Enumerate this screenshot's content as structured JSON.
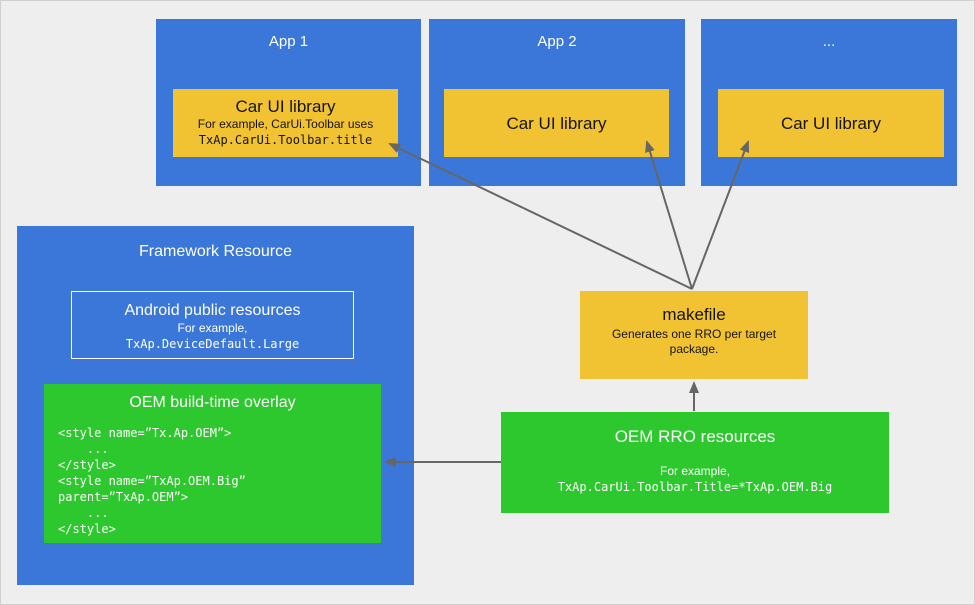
{
  "apps": [
    {
      "title": "App 1",
      "lib": {
        "title": "Car UI library",
        "note": "For example, CarUi.Toolbar uses",
        "code": "TxAp.CarUi.Toolbar.title"
      }
    },
    {
      "title": "App 2",
      "lib": {
        "title": "Car UI library"
      }
    },
    {
      "title": "...",
      "lib": {
        "title": "Car UI library"
      }
    }
  ],
  "framework": {
    "title": "Framework Resource",
    "android_public": {
      "title": "Android public resources",
      "example_label": "For example,",
      "example_code": "TxAp.DeviceDefault.Large"
    },
    "oem_overlay": {
      "title": "OEM build-time overlay",
      "code": "<style name=”Tx.Ap.OEM”>\n    ...\n</style>\n<style name=”TxAp.OEM.Big”\nparent=”TxAp.OEM”>\n    ...\n</style>"
    }
  },
  "makefile": {
    "title": "makefile",
    "subtitle": "Generates one RRO per target package."
  },
  "oem_rro": {
    "title": "OEM RRO resources",
    "example_label": "For example,",
    "example_code": "TxAp.CarUi.Toolbar.Title=*TxAp.OEM.Big"
  },
  "colors": {
    "blue": "#3b77d8",
    "yellow": "#f1c232",
    "green": "#2dc82d",
    "arrow": "#666666",
    "background": "#eeeeee"
  }
}
